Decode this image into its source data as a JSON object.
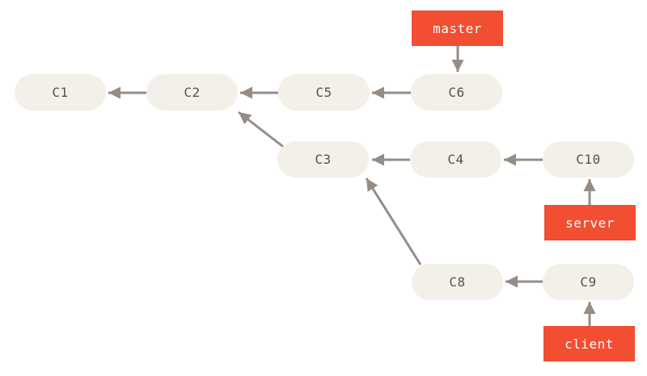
{
  "diagram": {
    "kind": "git-commit-graph",
    "colors": {
      "background": "#ffffff",
      "node_fill": "#f2f0e8",
      "node_text": "#57524b",
      "arrow": "#958d85",
      "branch_fill": "#f14e32",
      "branch_text": "#ffffff"
    },
    "nodes": [
      {
        "id": "c1",
        "label": "C1"
      },
      {
        "id": "c2",
        "label": "C2"
      },
      {
        "id": "c5",
        "label": "C5"
      },
      {
        "id": "c6",
        "label": "C6"
      },
      {
        "id": "c3",
        "label": "C3"
      },
      {
        "id": "c4",
        "label": "C4"
      },
      {
        "id": "c10",
        "label": "C10"
      },
      {
        "id": "c8",
        "label": "C8"
      },
      {
        "id": "c9",
        "label": "C9"
      }
    ],
    "branches": [
      {
        "label": "master",
        "points_to": "C6"
      },
      {
        "label": "server",
        "points_to": "C10"
      },
      {
        "label": "client",
        "points_to": "C9"
      }
    ],
    "edges": [
      {
        "from": "C2",
        "to": "C1"
      },
      {
        "from": "C5",
        "to": "C2"
      },
      {
        "from": "C6",
        "to": "C5"
      },
      {
        "from": "C3",
        "to": "C2"
      },
      {
        "from": "C4",
        "to": "C3"
      },
      {
        "from": "C10",
        "to": "C4"
      },
      {
        "from": "C8",
        "to": "C3"
      },
      {
        "from": "C9",
        "to": "C8"
      }
    ]
  }
}
